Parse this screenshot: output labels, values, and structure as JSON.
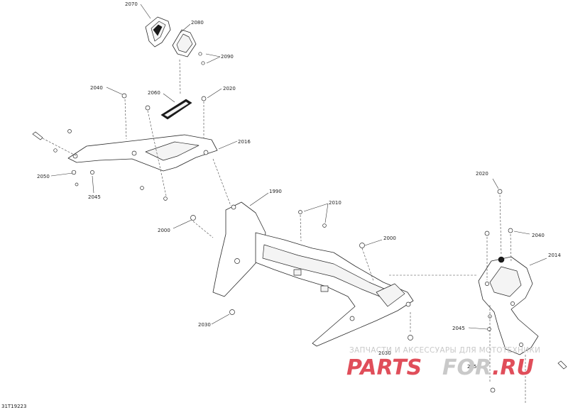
{
  "figure_code": "31T19223",
  "callouts": [
    {
      "id": "c2070",
      "text": "2070"
    },
    {
      "id": "c2080",
      "text": "2080"
    },
    {
      "id": "c2090",
      "text": "2090"
    },
    {
      "id": "c2040a",
      "text": "2040"
    },
    {
      "id": "c2060",
      "text": "2060"
    },
    {
      "id": "c2020a",
      "text": "2020"
    },
    {
      "id": "c2016",
      "text": "2016"
    },
    {
      "id": "c2050a",
      "text": "2050"
    },
    {
      "id": "c2045a",
      "text": "2045"
    },
    {
      "id": "c1990",
      "text": "1990"
    },
    {
      "id": "c2010",
      "text": "2010"
    },
    {
      "id": "c2000a",
      "text": "2000"
    },
    {
      "id": "c2000b",
      "text": "2000"
    },
    {
      "id": "c2020b",
      "text": "2020"
    },
    {
      "id": "c2040b",
      "text": "2040"
    },
    {
      "id": "c2014",
      "text": "2014"
    },
    {
      "id": "c2030a",
      "text": "2030"
    },
    {
      "id": "c2045b",
      "text": "2045"
    },
    {
      "id": "c2030b",
      "text": "2030"
    },
    {
      "id": "c2050b",
      "text": "2050"
    }
  ],
  "watermark": {
    "tagline": "ЗАПЧАСТИ И АКСЕССУАРЫ ДЛЯ МОТОТЕХНИКИ",
    "brand_a": "PARTS",
    "brand_b": "FOR",
    "brand_c": ".RU",
    "brand_color": "#e04e5a",
    "brand_mid_color": "#c9c9c9"
  }
}
